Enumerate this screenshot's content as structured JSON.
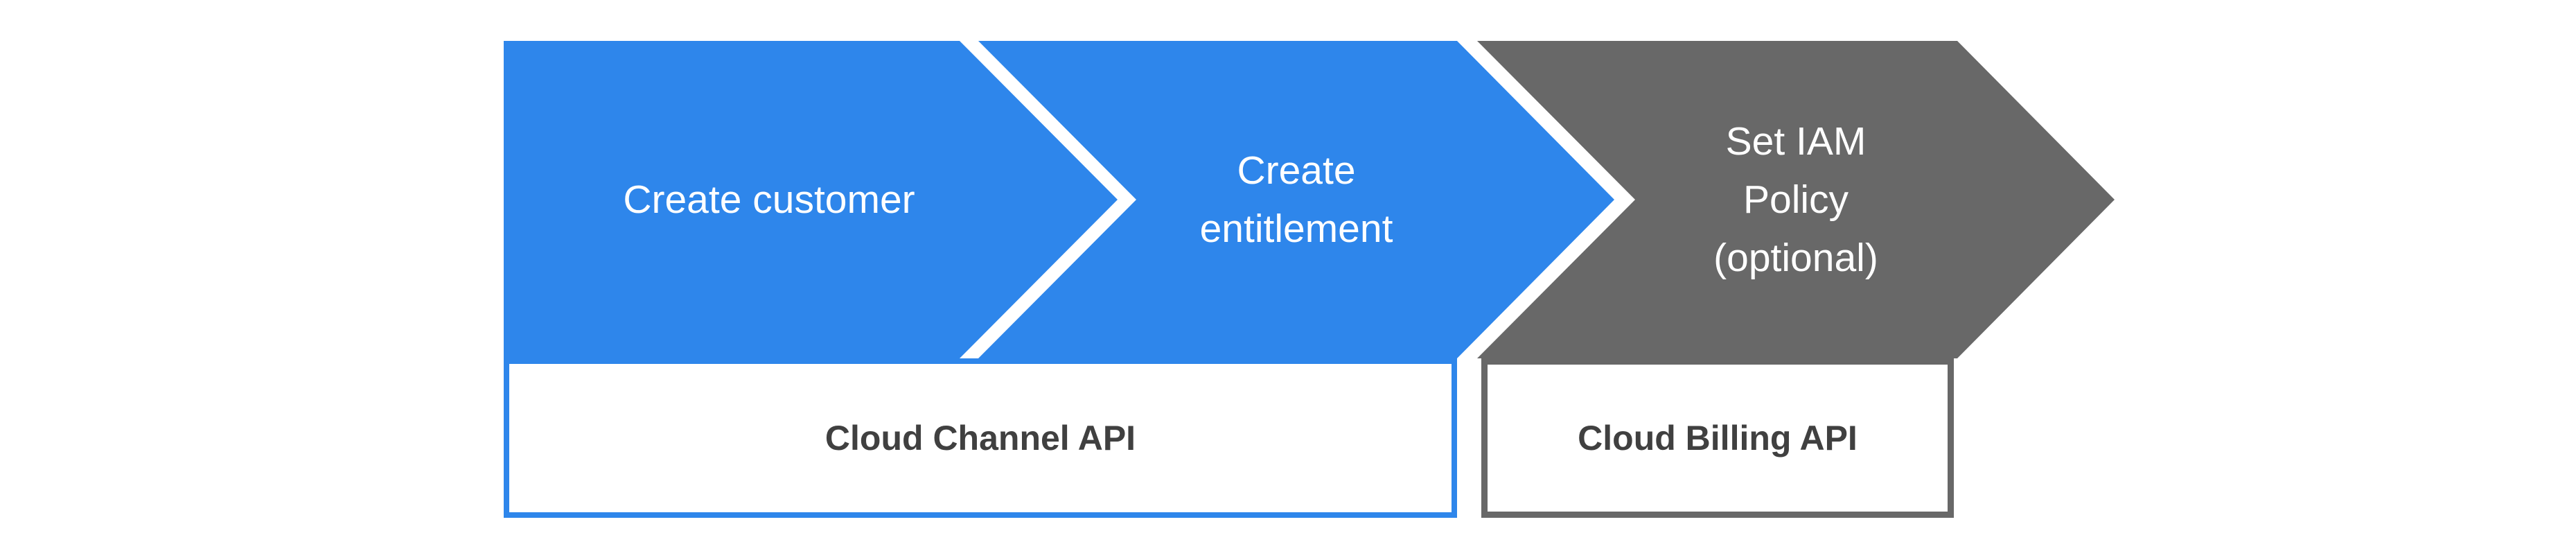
{
  "diagram": {
    "kind": "process-flow",
    "colors": {
      "step_blue": "#2E86EB",
      "step_gray": "#686868",
      "step_text": "#FFFFFF",
      "api_text": "#404040",
      "background": "#FFFFFF"
    },
    "steps": [
      {
        "name": "create-customer",
        "lines": [
          "Create customer"
        ],
        "fill": "#2E86EB"
      },
      {
        "name": "create-entitlement",
        "lines": [
          "Create",
          "entitlement"
        ],
        "fill": "#2E86EB"
      },
      {
        "name": "set-iam-policy",
        "lines": [
          "Set IAM",
          "Policy",
          "(optional)"
        ],
        "fill": "#686868"
      }
    ],
    "api_boxes": [
      {
        "name": "cloud-channel-api",
        "label": "Cloud Channel API",
        "border_color": "#2E86EB",
        "covers_steps": [
          "create-customer",
          "create-entitlement"
        ]
      },
      {
        "name": "cloud-billing-api",
        "label": "Cloud Billing API",
        "border_color": "#686868",
        "covers_steps": [
          "set-iam-policy"
        ]
      }
    ]
  }
}
